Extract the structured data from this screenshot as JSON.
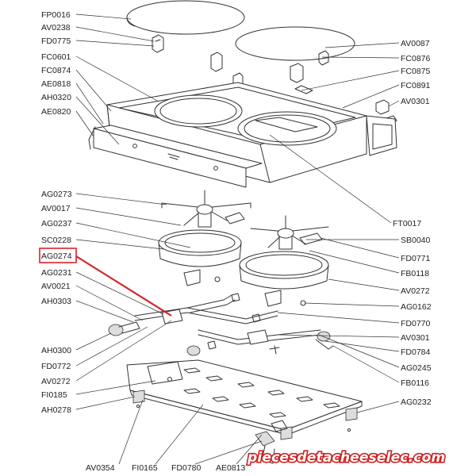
{
  "diagram": {
    "labels_left": [
      "FP0016",
      "AV0238",
      "FD0775",
      "FC0601",
      "FC0874",
      "AE0818",
      "AH0320",
      "AE0820",
      "AG0273",
      "AV0017",
      "AG0237",
      "SC0228",
      "AG0274",
      "AG0231",
      "AV0021",
      "AH0303",
      "AH0300",
      "FD0772",
      "AV0272",
      "FI0185",
      "AH0278"
    ],
    "labels_right": [
      "AV0087",
      "FC0876",
      "FC0875",
      "FC0891",
      "AV0301",
      "FT0017",
      "SB0040",
      "FD0771",
      "FB0118",
      "AV0272",
      "AG0162",
      "FD0770",
      "AV0301",
      "FD0784",
      "AG0245",
      "FB0116",
      "AG0232"
    ],
    "labels_bottom": [
      "AV0354",
      "FI0165",
      "FD0780",
      "AE0813"
    ],
    "highlighted_label": "AG0274",
    "highlight_color": "#d8232a"
  },
  "watermark": {
    "text": "piecesdetacheeselec.com",
    "color": "#cc2222"
  }
}
